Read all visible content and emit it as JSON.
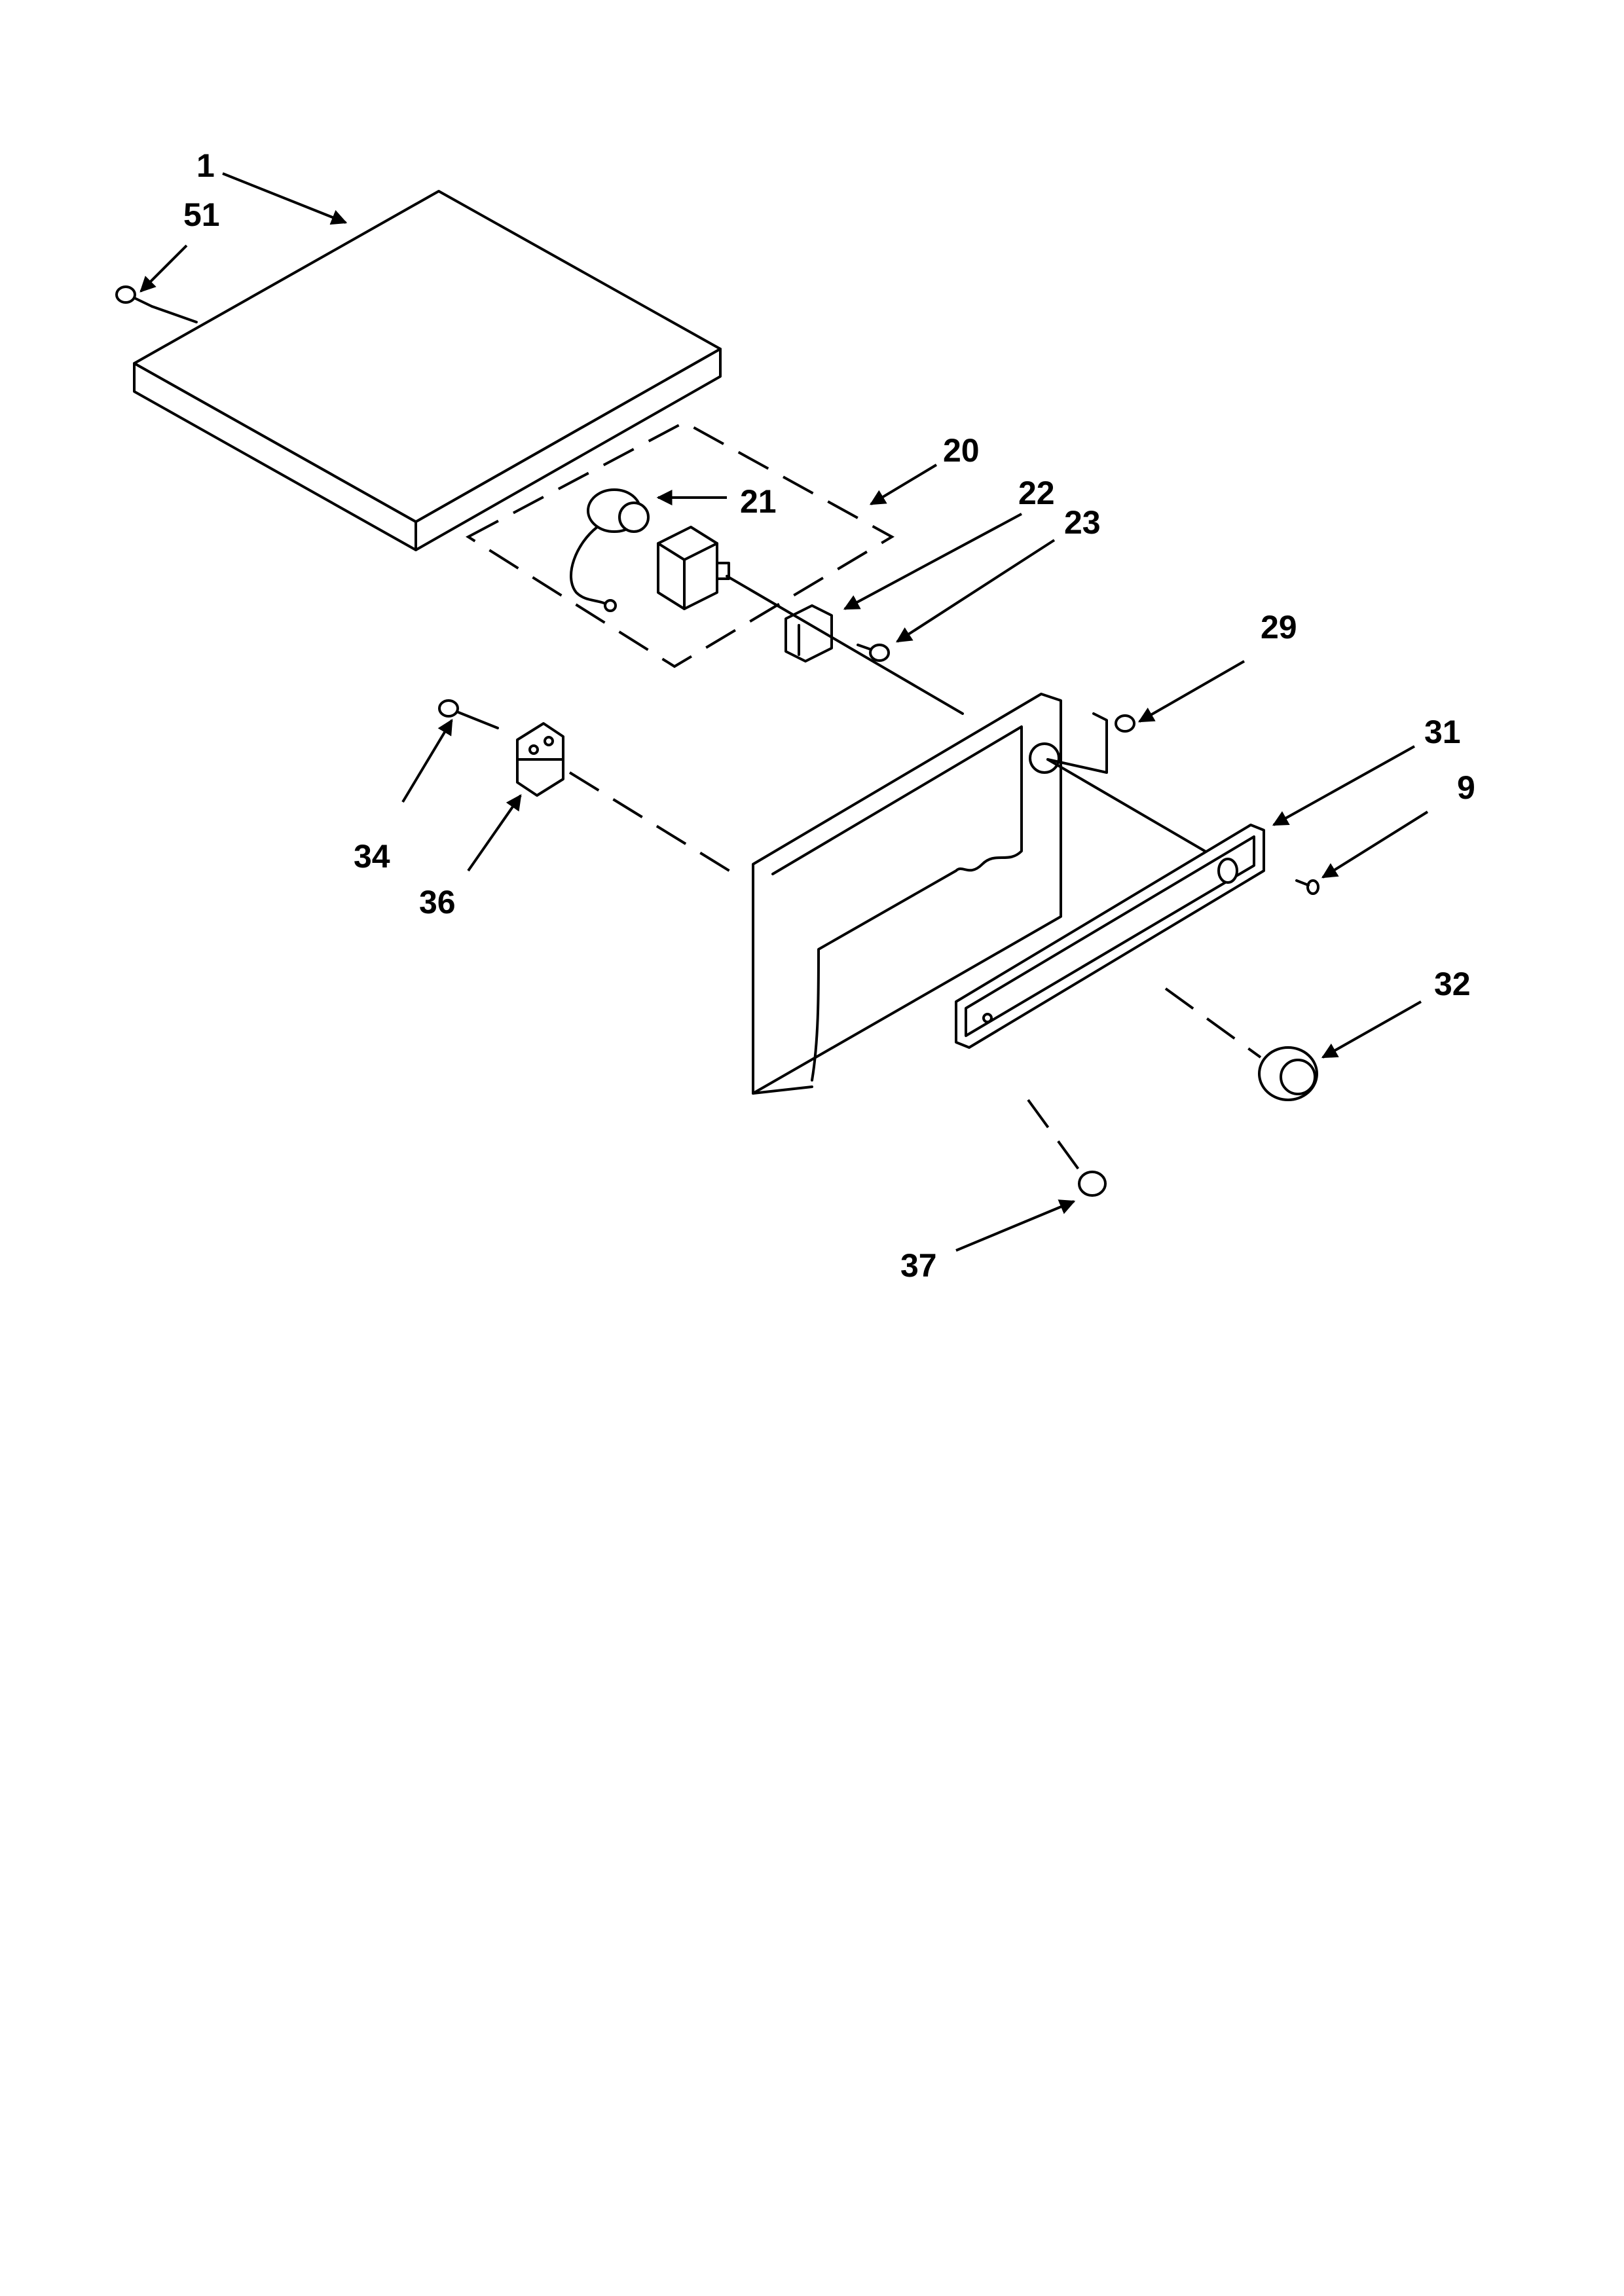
{
  "callouts": {
    "c1": "1",
    "c51": "51",
    "c20": "20",
    "c21": "21",
    "c22": "22",
    "c23": "23",
    "c29": "29",
    "c31": "31",
    "c9": "9",
    "c32": "32",
    "c34": "34",
    "c36": "36",
    "c37": "37"
  }
}
